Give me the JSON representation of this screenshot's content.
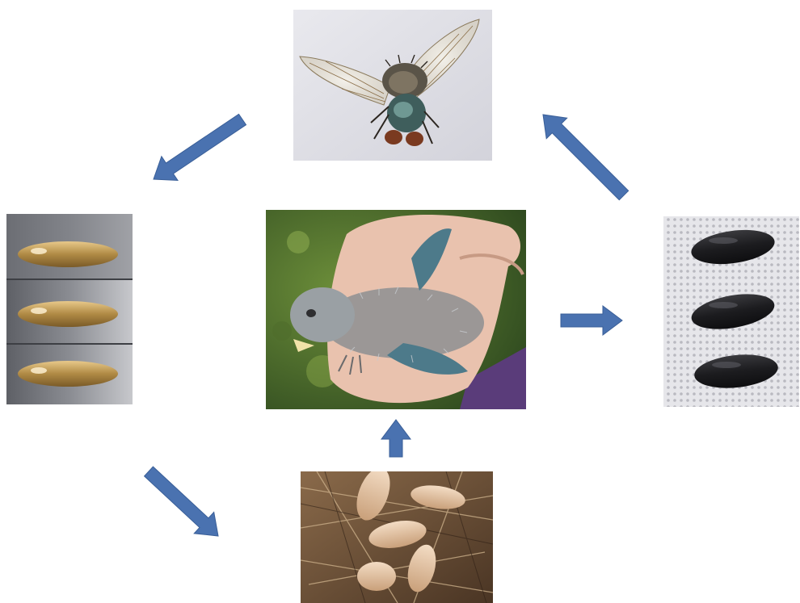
{
  "diagram": {
    "type": "life-cycle",
    "arrow_color": "#4a72b0",
    "stages": [
      {
        "id": "adult",
        "icon": "adult-fly-photo"
      },
      {
        "id": "eggs",
        "icon": "fly-eggs-photo"
      },
      {
        "id": "larvae",
        "icon": "larvae-in-nest-photo"
      },
      {
        "id": "host",
        "icon": "nestling-bird-photo"
      },
      {
        "id": "pupae",
        "icon": "pupae-photo"
      }
    ],
    "flow": [
      {
        "from": "adult",
        "to": "eggs"
      },
      {
        "from": "eggs",
        "to": "larvae"
      },
      {
        "from": "larvae",
        "to": "host"
      },
      {
        "from": "host",
        "to": "pupae"
      },
      {
        "from": "pupae",
        "to": "adult"
      }
    ]
  }
}
